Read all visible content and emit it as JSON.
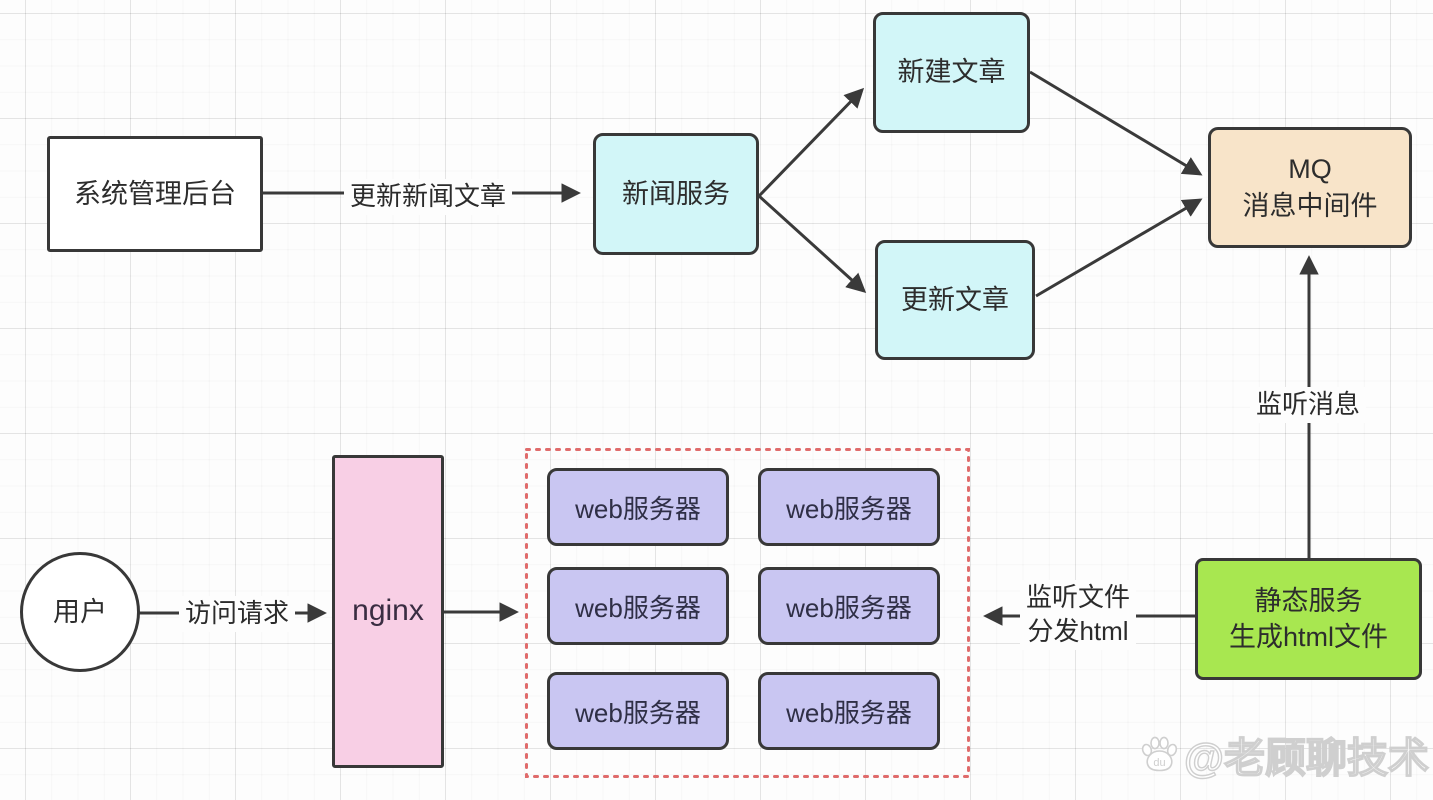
{
  "diagram": {
    "admin": {
      "label": "系统管理后台"
    },
    "news_service": {
      "label": "新闻服务"
    },
    "create_article": {
      "label": "新建文章"
    },
    "update_article": {
      "label": "更新文章"
    },
    "mq": {
      "line1": "MQ",
      "line2": "消息中间件"
    },
    "static_service": {
      "line1": "静态服务",
      "line2": "生成html文件"
    },
    "nginx": {
      "label": "nginx"
    },
    "user": {
      "label": "用户"
    },
    "web_cluster": {
      "servers": [
        "web服务器",
        "web服务器",
        "web服务器",
        "web服务器",
        "web服务器",
        "web服务器"
      ]
    },
    "edge_labels": {
      "update_news": "更新新闻文章",
      "listen_message": "监听消息",
      "listen_file_line1": "监听文件",
      "listen_file_line2": "分发html",
      "access_request": "访问请求"
    }
  },
  "watermark": {
    "handle": "@老顾聊技术",
    "icon": "baidu-paw-icon",
    "icon_text": "du"
  },
  "colors": {
    "box_white": "#ffffff",
    "box_cyan": "#d2f6f8",
    "box_peach": "#f8e4c9",
    "box_green": "#a8e750",
    "box_purple": "#c9c6f2",
    "box_pink": "#f8cfe5",
    "border_dark": "#383838",
    "cluster_dotted_red": "#e06b6b",
    "text_dark": "#2d2d2d"
  }
}
